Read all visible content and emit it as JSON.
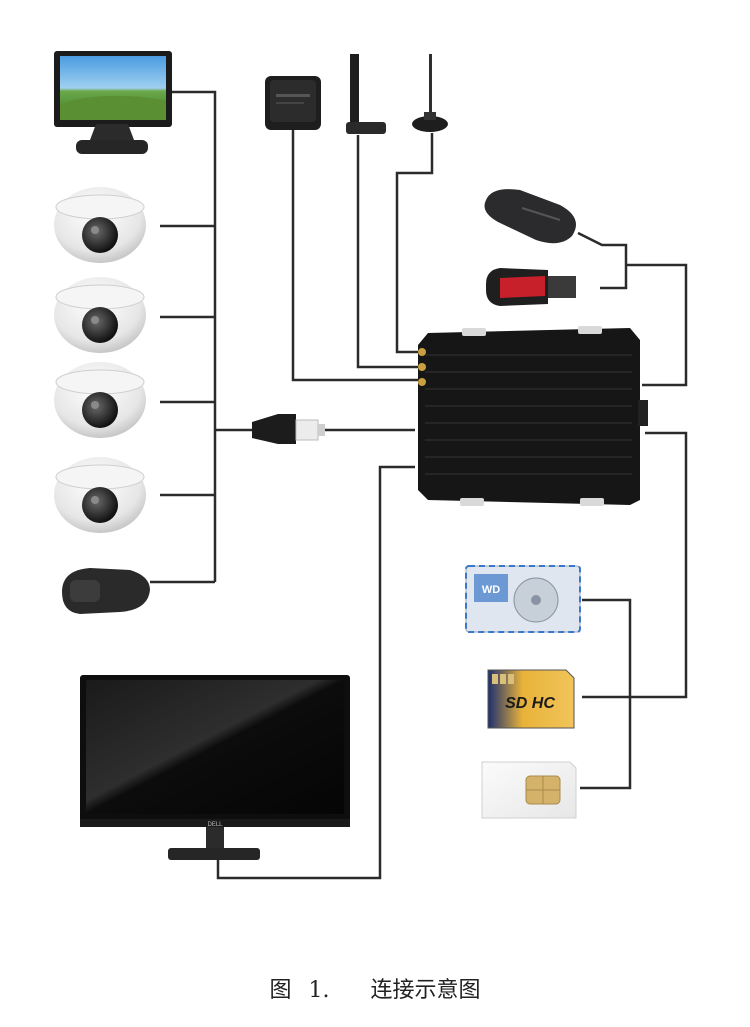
{
  "caption": {
    "label": "图",
    "number": "1.",
    "title": "连接示意图"
  },
  "devices": {
    "hdd_brand": "WD",
    "sd_text": "SD HC",
    "monitor_logo": "DELL"
  },
  "colors": {
    "wire": "#2b2b2b",
    "dvr_body": "#161616",
    "sd_gold": "#e8b23a",
    "hdd_blue": "#3a78c9",
    "usb_red": "#c8202a",
    "sim_gold": "#d4b26a"
  }
}
